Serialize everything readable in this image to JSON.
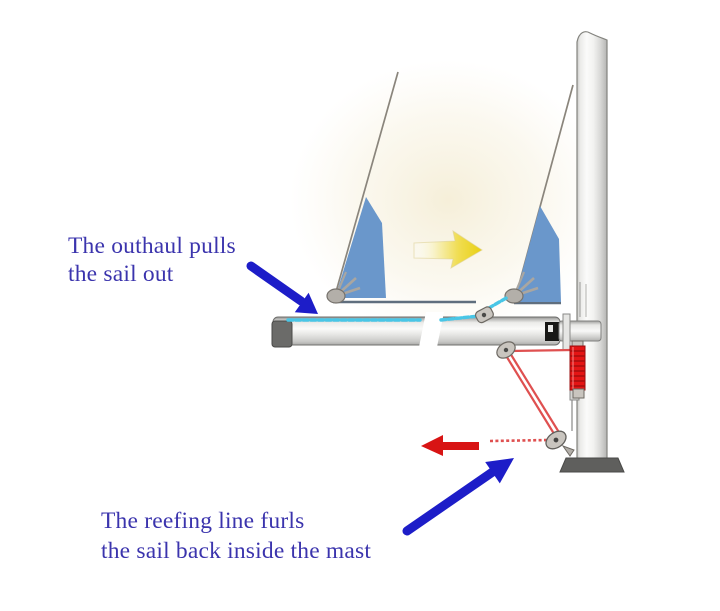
{
  "diagram": {
    "type": "in-mast-furling-rigging-diagram",
    "labels": {
      "outhaul": {
        "line1": "The outhaul pulls",
        "line2": "the sail out"
      },
      "reefing": {
        "line1": "The reefing line furls",
        "line2": "the sail back inside the mast"
      }
    },
    "annotations": {
      "outhaul_pointer": "blue-arrow-pointing-down-right-at-outhaul-line",
      "reefing_pointer": "blue-arrow-pointing-up-right-at-mast-base-block",
      "pull_direction": "red-arrow-pointing-left",
      "sail_out_direction": "yellow-arrow-pointing-right"
    },
    "colors": {
      "label_text": "#3b34ad",
      "pointer_blue": "#1d1dc8",
      "pull_arrow_red": "#d81414",
      "sail_out_arrow_yellow": "#e9d012",
      "outhaul_line": "#49c6e6",
      "reefing_line": "#df5050",
      "coil_red": "#e41414",
      "sail_patch": "#6a97cb",
      "mast_gray": "#d9d9d7",
      "boom_gray": "#d4d4d2",
      "base_gray": "#5f5f5d",
      "sail_edge": "#8a857c",
      "foot_line": "#5f6e7e"
    }
  }
}
